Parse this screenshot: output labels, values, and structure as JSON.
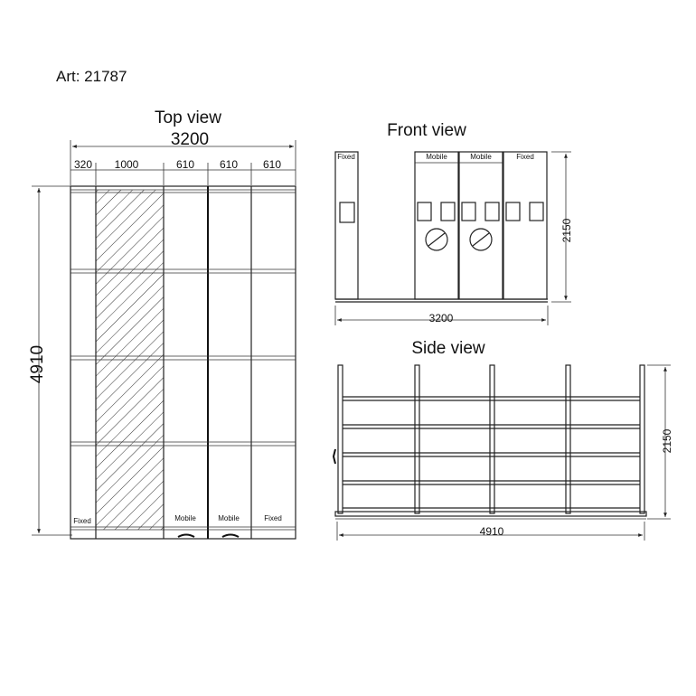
{
  "art_label": "Art: 21787",
  "top_view": {
    "title": "Top view",
    "total_width": "3200",
    "segments": [
      "320",
      "1000",
      "610",
      "610",
      "610"
    ],
    "depth": "4910",
    "unit_labels": [
      "Fixed",
      "Mobile",
      "Mobile",
      "Fixed"
    ]
  },
  "front_view": {
    "title": "Front view",
    "width": "3200",
    "height": "2150",
    "unit_labels": [
      "Fixed",
      "Mobile",
      "Mobile",
      "Fixed"
    ]
  },
  "side_view": {
    "title": "Side view",
    "length": "4910",
    "height": "2150"
  },
  "colors": {
    "line": "#222222",
    "background": "#ffffff"
  }
}
